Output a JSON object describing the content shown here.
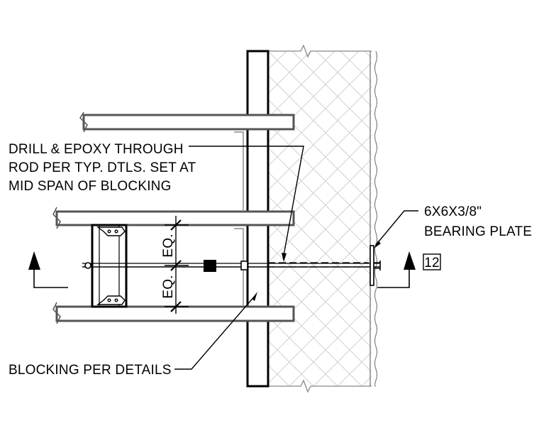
{
  "notes": {
    "drill_epoxy": [
      "DRILL & EPOXY THROUGH",
      "ROD PER TYP. DTLS. SET AT",
      "MID SPAN OF BLOCKING"
    ],
    "bearing_plate": [
      "6X6X3/8\"",
      "BEARING PLATE"
    ],
    "blocking": "BLOCKING PER DETAILS"
  },
  "dimensions": {
    "upper": "EQ.",
    "lower": "EQ."
  },
  "section_tag": "12"
}
